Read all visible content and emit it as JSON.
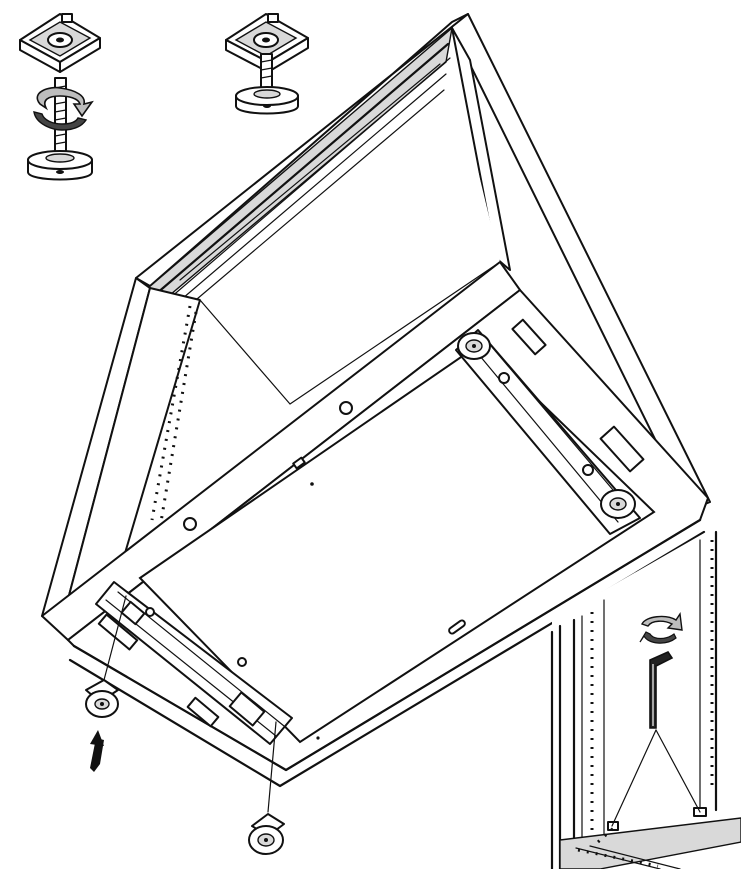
{
  "figure": {
    "panels": [
      "leveling-foot-adjustment",
      "cabinet-caster-installation",
      "shelf-peg-hex-key-detail"
    ]
  },
  "icons": {
    "rotate": "curved-rotation-arrow-icon",
    "push": "straight-up-arrow-icon",
    "tool": "hex-allen-key-icon"
  }
}
